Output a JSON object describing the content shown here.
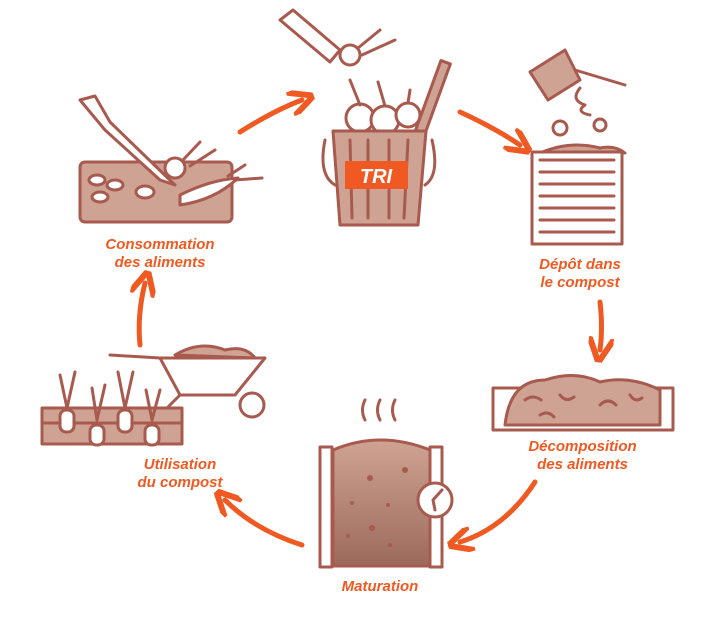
{
  "colors": {
    "accent": "#f05a22",
    "stroke": "#a85a4e",
    "fill": "#cfa393"
  },
  "bin_label": "TRI",
  "steps": [
    {
      "id": "consommation",
      "lines": [
        "Consommation",
        "des aliments"
      ]
    },
    {
      "id": "depot",
      "lines": [
        "Dépôt dans",
        "le compost"
      ]
    },
    {
      "id": "decomposition",
      "lines": [
        "Décomposition",
        "des aliments"
      ]
    },
    {
      "id": "maturation",
      "lines": [
        "Maturation"
      ]
    },
    {
      "id": "utilisation",
      "lines": [
        "Utilisation",
        "du compost"
      ]
    }
  ]
}
